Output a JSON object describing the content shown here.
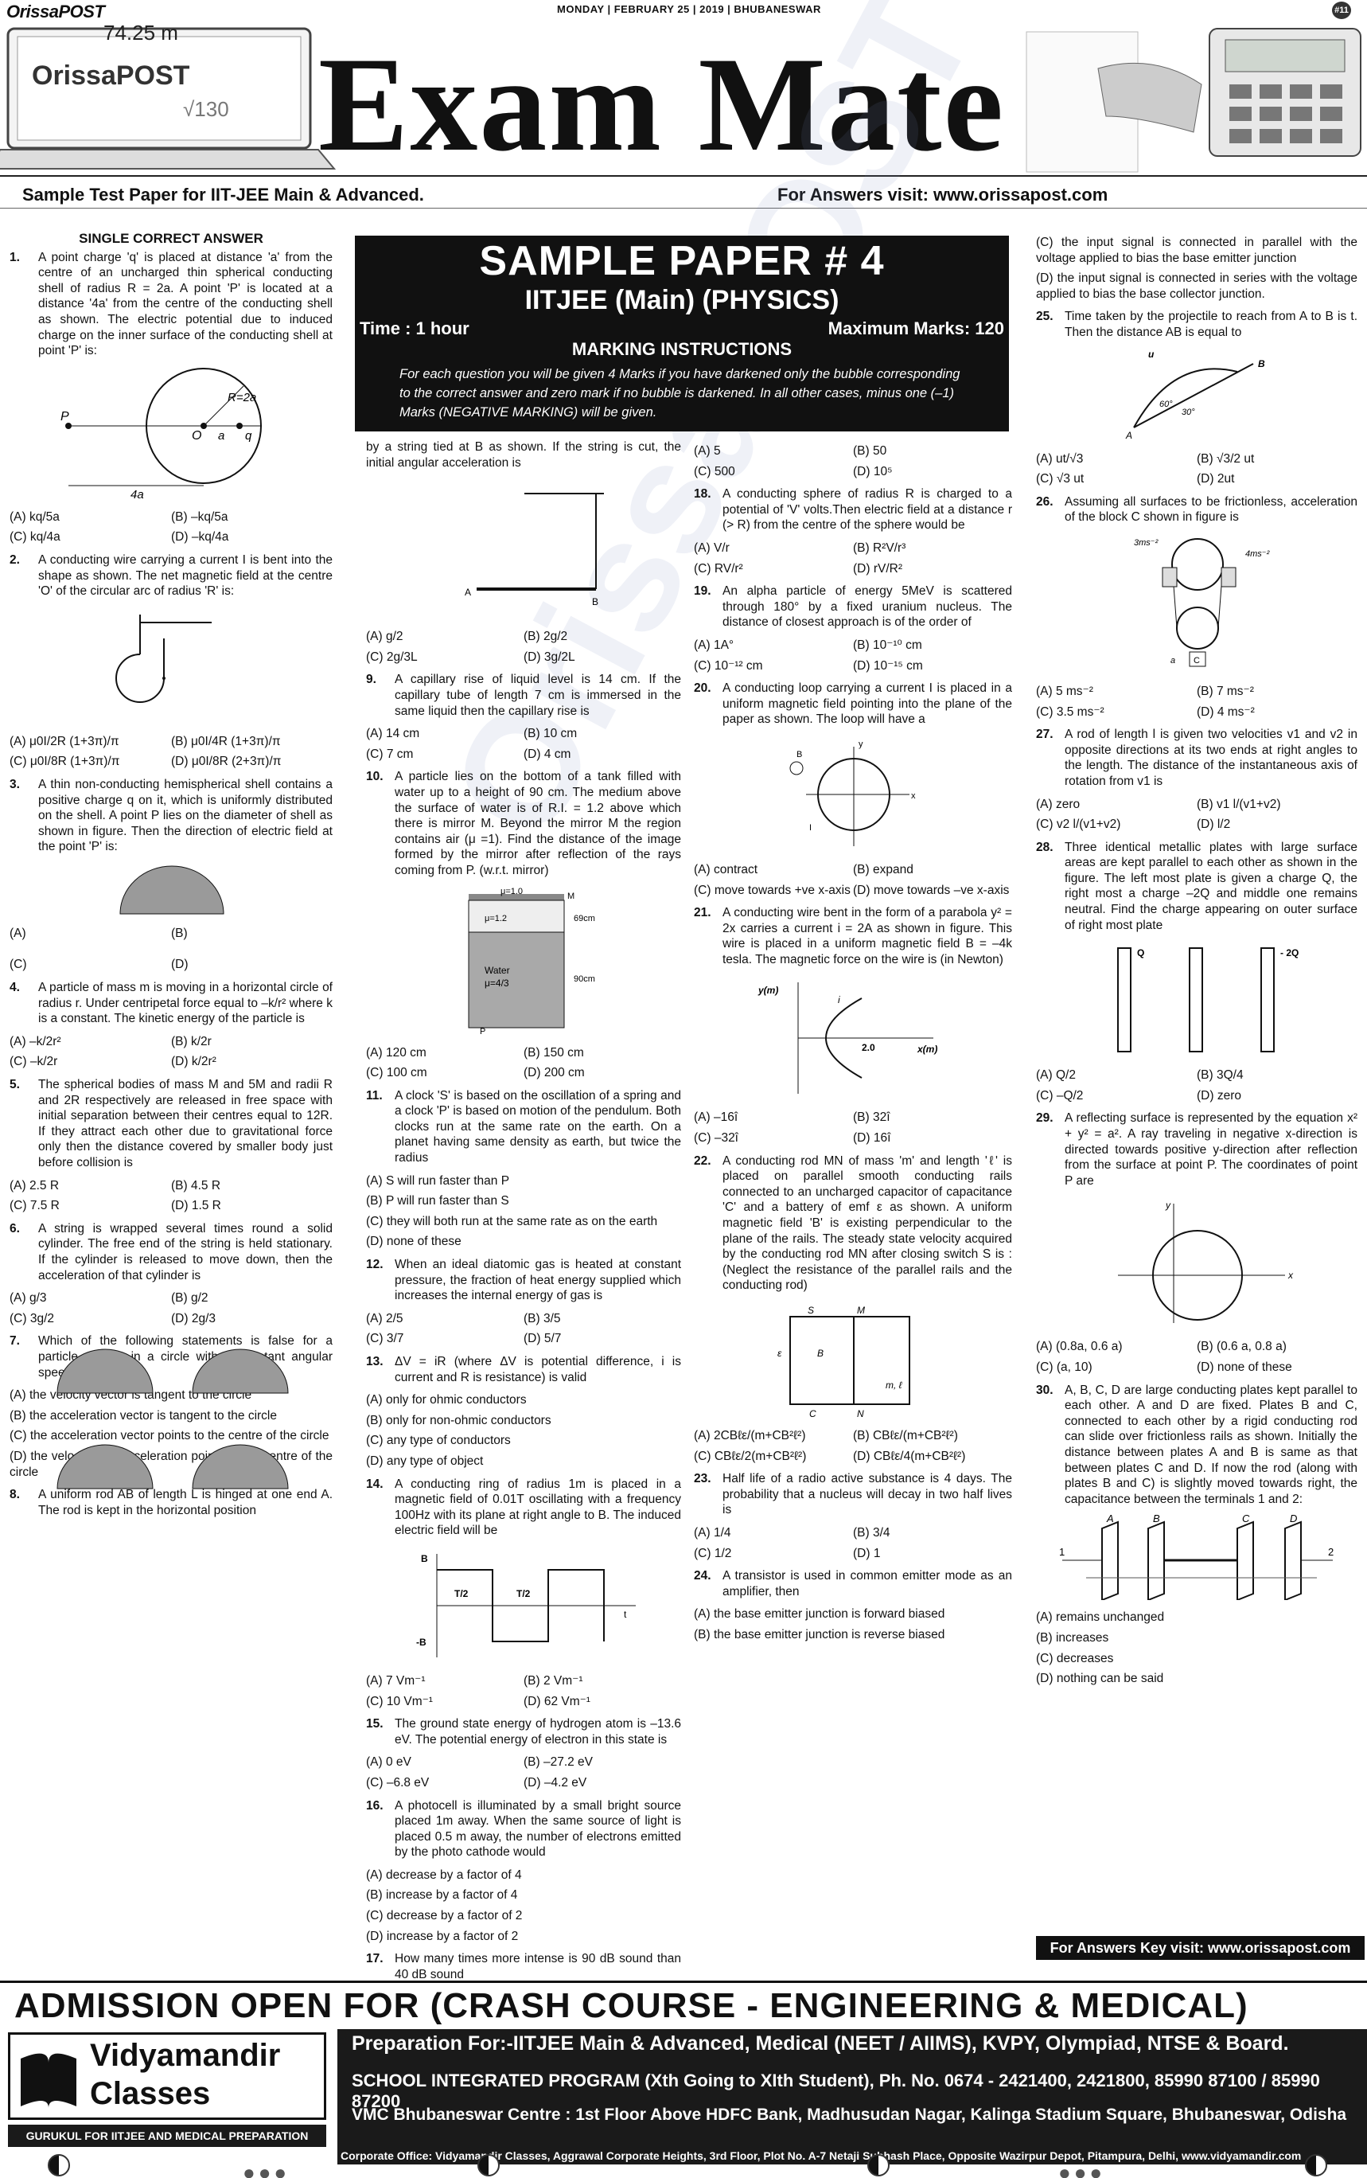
{
  "topbar": {
    "logo": "OrissaPOST",
    "date": "MONDAY | FEBRUARY 25 | 2019 | BHUBANESWAR",
    "page": "#11"
  },
  "banner": {
    "title": "Exam Mate",
    "laptop_text": "OrissaPOST",
    "formula1": "74.25 m",
    "formula2": "√130"
  },
  "subline": {
    "left": "Sample Test Paper for IIT-JEE Main & Advanced.",
    "right": "For Answers visit: www.orissapost.com"
  },
  "section_heading": "SINGLE CORRECT ANSWER",
  "sample_paper": {
    "title": "SAMPLE PAPER  # 4",
    "subject": "IITJEE (Main) (PHYSICS)",
    "time": "Time : 1 hour",
    "marks": "Maximum Marks: 120",
    "marking": "MARKING INSTRUCTIONS",
    "instructions": "For each question you will be given 4 Marks if you have darkened only the bubble corresponding to the correct answer and zero mark if no bubble is darkened. In all other cases, minus one (–1) Marks (NEGATIVE MARKING) will be given."
  },
  "col1": [
    {
      "n": "1.",
      "t": "A point charge 'q' is placed at distance 'a' from the centre of an uncharged thin spherical conducting shell of radius R = 2a. A point 'P' is located at a distance '4a' from the centre of the conducting shell as shown. The electric potential due to induced charge on the inner surface of the conducting shell at point 'P' is:",
      "opts": [
        "(A) kq/5a",
        "(B) –kq/5a",
        "(C) kq/4a",
        "(D) –kq/4a"
      ]
    },
    {
      "n": "2.",
      "t": "A conducting wire carrying a current I is bent into the shape as shown. The net magnetic field at the centre 'O' of the circular arc of radius 'R' is:",
      "opts": [
        "(A) μ0I/2R (1+3π)/π",
        "(B) μ0I/4R (1+3π)/π",
        "(C) μ0I/8R (1+3π)/π",
        "(D) μ0I/8R (2+3π)/π"
      ]
    },
    {
      "n": "3.",
      "t": "A thin non-conducting hemispherical shell contains a positive charge q on it, which is uniformly distributed on the shell. A point P lies on the diameter of shell as shown in figure. Then the direction of electric field at the point 'P' is:",
      "opts": [
        "(A)",
        "(B)",
        "(C)",
        "(D)"
      ]
    },
    {
      "n": "4.",
      "t": "A particle of mass m is moving in a horizontal circle of radius r. Under centripetal force equal to –k/r² where k is a constant. The kinetic energy of the particle is",
      "opts": [
        "(A) –k/2r²",
        "(B) k/2r",
        "(C) –k/2r",
        "(D) k/2r²"
      ]
    },
    {
      "n": "5.",
      "t": "The spherical bodies of mass M and 5M and radii R and 2R respectively are released in free space with initial separation between their centres equal to 12R. If they attract each other due to gravitational force only then the distance covered by smaller body just before collision is",
      "opts": [
        "(A) 2.5 R",
        "(B) 4.5 R",
        "(C) 7.5 R",
        "(D) 1.5 R"
      ]
    },
    {
      "n": "6.",
      "t": "A string is wrapped several times round a solid cylinder. The free end of the string is held stationary. If the cylinder is released to move down, then the acceleration of that cylinder is",
      "opts": [
        "(A) g/3",
        "(B) g/2",
        "(C) 3g/2",
        "(D) 2g/3"
      ]
    },
    {
      "n": "7.",
      "t": "Which of the following statements is false for a particle moving in a circle with a constant angular speed ?",
      "opts": [
        "(A) the velocity vector is tangent to the circle",
        "(B) the acceleration vector is tangent to the circle",
        "(C) the acceleration vector points to the centre of the circle",
        "(D) the velocity and acceleration points to the centre of the circle"
      ]
    },
    {
      "n": "8.",
      "t": "A uniform rod AB of length L is hinged at one end A. The rod is kept in the horizontal position",
      "opts": []
    }
  ],
  "col2": [
    {
      "n": "",
      "t": "by a string tied at B as shown. If the string is cut, the initial angular acceleration is",
      "opts": [
        "(A) g/2",
        "(B) 2g/2",
        "(C) 2g/3L",
        "(D) 3g/2L"
      ]
    },
    {
      "n": "9.",
      "t": "A capillary rise of liquid level is 14 cm. If the capillary tube of length 7 cm is immersed in the same liquid then the capillary rise is",
      "opts": [
        "(A) 14 cm",
        "(B) 10 cm",
        "(C) 7 cm",
        "(D) 4 cm"
      ]
    },
    {
      "n": "10.",
      "t": "A particle lies on the bottom of a tank filled with water up to a height of 90 cm. The medium above the surface of water is of R.I. = 1.2 above which there is mirror M. Beyond the mirror M the region contains air (μ =1). Find the distance of the image formed by the mirror after reflection of the rays coming from P. (w.r.t. mirror)",
      "opts": [
        "(A) 120 cm",
        "(B) 150 cm",
        "(C) 100 cm",
        "(D) 200 cm"
      ]
    },
    {
      "n": "11.",
      "t": "A clock 'S' is based on the oscillation of a spring and a clock 'P' is based on motion of the pendulum. Both clocks run at the same rate on the earth. On a planet having same density as earth, but twice the radius",
      "opts": [
        "(A) S will run faster than P",
        "(B) P will run faster than S",
        "(C) they will both run at the same rate as on the earth",
        "(D) none of these"
      ],
      "single": true
    },
    {
      "n": "12.",
      "t": "When an ideal diatomic gas is heated at constant pressure, the fraction of heat energy supplied which increases the internal energy of gas is",
      "opts": [
        "(A) 2/5",
        "(B) 3/5",
        "(C) 3/7",
        "(D) 5/7"
      ]
    },
    {
      "n": "13.",
      "t": "ΔV = iR (where ΔV is potential difference, i is current and R is resistance) is valid",
      "opts": [
        "(A) only for ohmic conductors",
        "(B) only for non-ohmic conductors",
        "(C) any type of conductors",
        "(D) any type of object"
      ],
      "single": true
    },
    {
      "n": "14.",
      "t": "A conducting ring of radius 1m is placed in a magnetic field of 0.01T oscillating with a frequency 100Hz with its plane at right angle to B. The induced electric field will be",
      "opts": [
        "(A) 7 Vm⁻¹",
        "(B) 2 Vm⁻¹",
        "(C) 10 Vm⁻¹",
        "(D) 62 Vm⁻¹"
      ]
    },
    {
      "n": "15.",
      "t": "The ground state energy of hydrogen atom is –13.6 eV. The potential energy of electron in this state is",
      "opts": [
        "(A) 0 eV",
        "(B) –27.2 eV",
        "(C) –6.8 eV",
        "(D) –4.2 eV"
      ]
    },
    {
      "n": "16.",
      "t": "A photocell is illuminated by a small bright source placed 1m away. When the same source of light is placed 0.5 m away, the number of electrons emitted by the photo cathode would",
      "opts": [
        "(A) decrease by a factor of 4",
        "(B) increase by a factor of 4",
        "(C) decrease by a factor of 2",
        "(D) increase by a factor of 2"
      ],
      "single": true
    },
    {
      "n": "17.",
      "t": "How many times more intense is 90 dB sound than 40 dB sound",
      "opts": []
    }
  ],
  "col3": [
    {
      "n": "",
      "t": "",
      "opts": [
        "(A) 5",
        "(B) 50",
        "(C) 500",
        "(D) 10⁵"
      ]
    },
    {
      "n": "18.",
      "t": "A conducting sphere of radius R is charged to a potential of 'V' volts.Then electric field at a distance r (> R) from the centre of the sphere would be",
      "opts": [
        "(A) V/r",
        "(B) R²V/r³",
        "(C) RV/r²",
        "(D) rV/R²"
      ]
    },
    {
      "n": "19.",
      "t": "An alpha particle of energy 5MeV is scattered through 180° by a fixed uranium nucleus. The distance of closest approach is of the order of",
      "opts": [
        "(A) 1A°",
        "(B) 10⁻¹⁰ cm",
        "(C) 10⁻¹² cm",
        "(D) 10⁻¹⁵ cm"
      ]
    },
    {
      "n": "20.",
      "t": "A conducting loop carrying a current I is placed in a uniform magnetic field pointing into the plane of the paper as shown. The loop will have a",
      "opts": [
        "(A) contract",
        "(B) expand",
        "(C) move towards +ve x-axis",
        "(D) move towards –ve x-axis"
      ]
    },
    {
      "n": "21.",
      "t": "A conducting wire bent in the form of a parabola y² = 2x carries a current i = 2A as shown in figure. This wire is placed in a uniform magnetic field B = –4k tesla. The magnetic force on the wire is (in Newton)",
      "opts": [
        "(A) –16î",
        "(B) 32î",
        "(C) –32î",
        "(D) 16î"
      ]
    },
    {
      "n": "22.",
      "t": "A conducting rod MN of mass 'm' and length 'ℓ' is placed on parallel smooth conducting rails connected to an uncharged capacitor of capacitance 'C' and a battery of emf ε as shown. A uniform magnetic field 'B' is existing perpendicular to the plane of the rails. The steady state velocity acquired by the conducting rod MN after closing switch S is : (Neglect the resistance of the parallel rails and the conducting rod)",
      "opts": [
        "(A) 2CBℓε/(m+CB²ℓ²)",
        "(B) CBℓε/(m+CB²ℓ²)",
        "(C) CBℓε/2(m+CB²ℓ²)",
        "(D) CBℓε/4(m+CB²ℓ²)"
      ]
    },
    {
      "n": "23.",
      "t": "Half life of a radio active substance is 4 days. The probability that a nucleus will decay in two half lives is",
      "opts": [
        "(A) 1/4",
        "(B) 3/4",
        "(C) 1/2",
        "(D) 1"
      ]
    },
    {
      "n": "24.",
      "t": "A transistor is used in common emitter mode as an amplifier, then",
      "opts": [
        "(A) the base emitter junction is forward biased",
        "(B) the base emitter junction is reverse biased"
      ],
      "single": true
    }
  ],
  "col4": [
    {
      "n": "",
      "t": "",
      "opts": [
        "(C) the input signal is connected in parallel with the voltage applied to bias the base emitter junction",
        "(D) the input signal is connected in series with the voltage applied to bias the base collector junction."
      ],
      "single": true
    },
    {
      "n": "25.",
      "t": "Time taken by the projectile to reach from A to B is t. Then the distance AB is equal to",
      "opts": [
        "(A) ut/√3",
        "(B) √3/2 ut",
        "(C) √3 ut",
        "(D) 2ut"
      ]
    },
    {
      "n": "26.",
      "t": "Assuming all surfaces to be frictionless, acceleration of the block C shown in figure is",
      "opts": [
        "(A) 5 ms⁻²",
        "(B) 7 ms⁻²",
        "(C) 3.5 ms⁻²",
        "(D) 4 ms⁻²"
      ]
    },
    {
      "n": "27.",
      "t": "A rod of length l is given two velocities v1 and v2 in opposite directions at its two ends at right angles to the length. The distance of the instantaneous axis of rotation from v1 is",
      "opts": [
        "(A) zero",
        "(B) v1 l/(v1+v2)",
        "(C) v2 l/(v1+v2)",
        "(D) l/2"
      ]
    },
    {
      "n": "28.",
      "t": "Three identical metallic plates with large surface areas are kept parallel to each other as shown in the figure. The left most plate is given a charge Q, the right most a charge –2Q and middle one remains neutral. Find the charge appearing on outer surface of right most plate",
      "opts": [
        "(A) Q/2",
        "(B) 3Q/4",
        "(C) –Q/2",
        "(D) zero"
      ]
    },
    {
      "n": "29.",
      "t": "A reflecting surface is represented by the equation x² + y² = a². A ray traveling in negative x-direction is directed towards positive y-direction after reflection from the surface at point P. The coordinates of point P are",
      "opts": [
        "(A) (0.8a, 0.6 a)",
        "(B) (0.6 a, 0.8 a)",
        "(C) (a, 10)",
        "(D) none of these"
      ]
    },
    {
      "n": "30.",
      "t": "A, B, C, D are large conducting plates kept parallel to each other. A and D are fixed. Plates B and C, connected to each other by a rigid conducting rod can slide over frictionless rails as shown. Initially the distance between plates A and B is same as that between plates C and D. If now the rod (along with plates B and C) is slightly moved towards right, the capacitance between the terminals 1 and 2:",
      "opts": [
        "(A) remains unchanged",
        "(B) increases",
        "(C) decreases",
        "(D) nothing can be said"
      ],
      "single": true
    }
  ],
  "answer_key": "For Answers Key visit:  www.orissapost.com",
  "ad": {
    "headline": "ADMISSION OPEN FOR (CRASH COURSE - ENGINEERING & MEDICAL)",
    "logo1": "Vidyamandir",
    "logo2": "Classes",
    "tagline": "GURUKUL FOR IITJEE AND MEDICAL PREPARATION",
    "line1": "Preparation For:-IITJEE Main & Advanced, Medical (NEET / AIIMS), KVPY, Olympiad, NTSE & Board.",
    "line2": "SCHOOL INTEGRATED PROGRAM (Xth Going to XIth Student), Ph. No. 0674 - 2421400, 2421800, 85990 87100 / 85990 87200",
    "line3": "VMC Bhubaneswar Centre : 1st Floor Above HDFC Bank, Madhusudan Nagar, Kalinga Stadium Square, Bhubaneswar, Odisha",
    "corporate": "Corporate Office: Vidyamandir Classes, Aggrawal Corporate Heights, 3rd Floor, Plot No. A-7 Netaji Subhash Place, Opposite Wazirpur Depot, Pitampura, Delhi, www.vidyamandir.com"
  },
  "figs": {
    "f1_labels": [
      "P",
      "O",
      "a",
      "q",
      "R=2a",
      "4a"
    ],
    "f8_labels": [
      "A",
      "B"
    ],
    "f10_labels": [
      "μ=1.0",
      "M",
      "μ=1.2",
      "69cm",
      "Water",
      "μ=4/3",
      "90cm",
      "P"
    ],
    "f14_labels": [
      "B",
      "T/2",
      "T/2",
      "-B",
      "t"
    ],
    "f20_labels": [
      "B",
      "y",
      "x",
      "I"
    ],
    "f21_labels": [
      "y(m)",
      "i",
      "2.0",
      "x(m)"
    ],
    "f22_labels": [
      "S",
      "M",
      "ε",
      "B",
      "C",
      "N",
      "m, ℓ"
    ],
    "f25_labels": [
      "u",
      "B",
      "60°",
      "30°",
      "A"
    ],
    "f26_labels": [
      "3ms⁻²",
      "4ms⁻²",
      "a",
      "C"
    ],
    "f28_labels": [
      "Q",
      "- 2Q"
    ],
    "f29_labels": [
      "y",
      "x"
    ],
    "f30_labels": [
      "A",
      "B",
      "C",
      "D",
      "1",
      "2"
    ]
  }
}
